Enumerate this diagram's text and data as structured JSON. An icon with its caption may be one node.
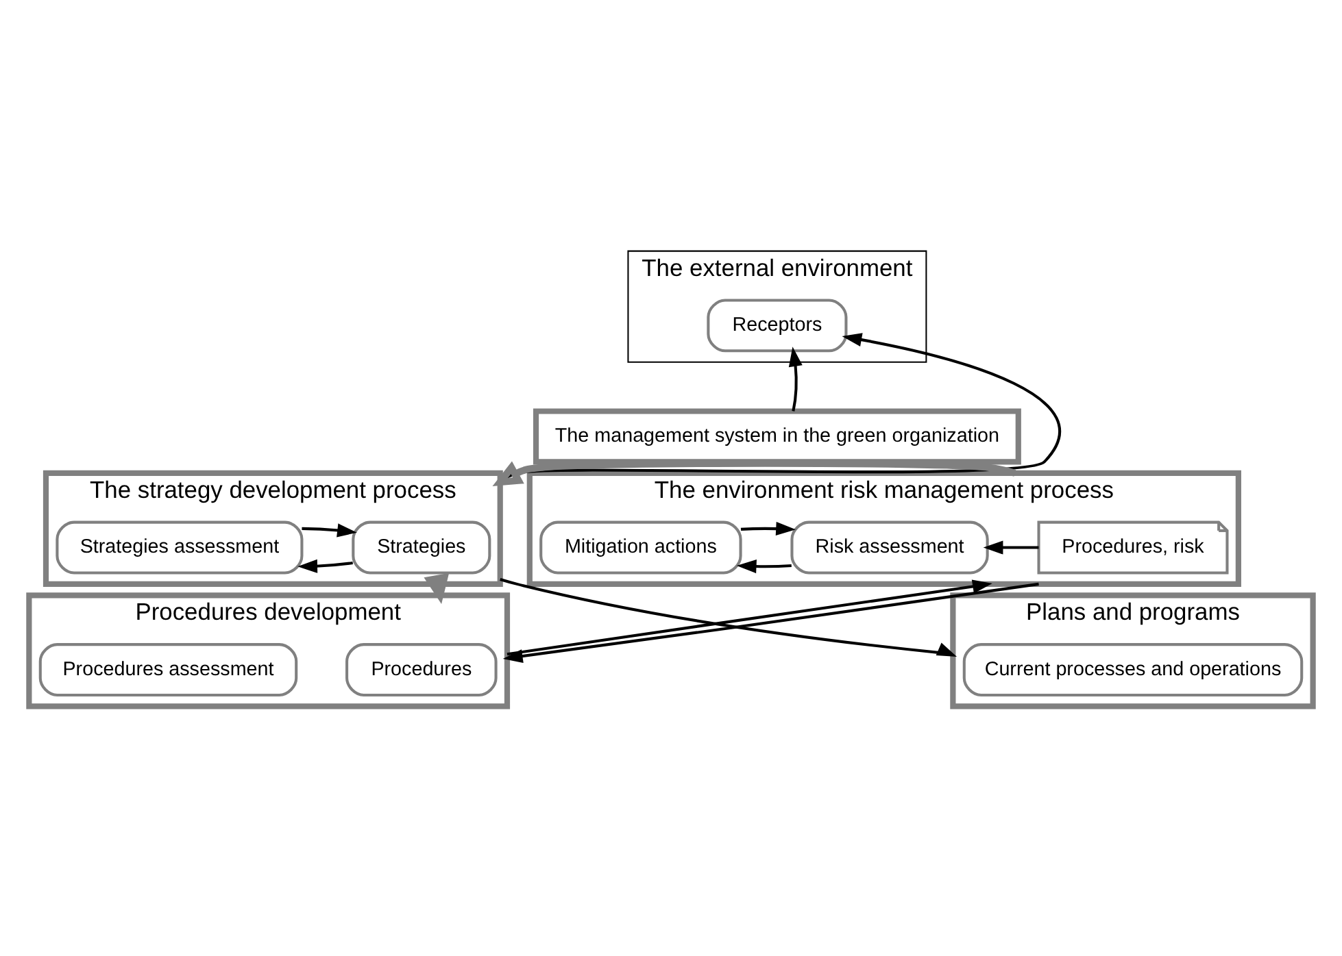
{
  "diagram": {
    "nodes": [
      {
        "text": [
          "The external environment"
        ]
      },
      {
        "text": [
          "Receptors"
        ],
        "in": 0
      },
      {
        "text": [
          "The management system in the green organization"
        ]
      },
      {
        "text": [
          "The strategy development process"
        ]
      },
      {
        "text": [
          "Strategies"
        ],
        "in": 3
      },
      {
        "text": [
          "Strategies assessment"
        ],
        "in": 3
      },
      {
        "text": [
          "The environment risk management process"
        ]
      },
      {
        "text": [
          "Procedures, risk"
        ],
        "in": 6
      },
      {
        "text": [
          "Risk assessment"
        ],
        "in": 6
      },
      {
        "text": [
          "Mitigation actions"
        ],
        "in": 6
      },
      {
        "text": [
          "Procedures development"
        ]
      },
      {
        "text": [
          "Procedures"
        ],
        "in": 10
      },
      {
        "text": [
          "Procedures assessment"
        ],
        "in": 10
      },
      {
        "text": [
          "Plans and programs"
        ]
      },
      {
        "text": [
          "Current processes and operations"
        ],
        "in": 13
      }
    ],
    "edges": [
      {
        "from": 3,
        "to": 1,
        "arrow": "to"
      },
      {
        "from": 2,
        "to": 1,
        "arrow": "to"
      },
      {
        "from": 4,
        "to": 5,
        "arrow": "to"
      },
      {
        "from": 5,
        "to": 4,
        "arrow": "to"
      },
      {
        "from": 6,
        "to": 3,
        "arrow": "to",
        "style": "thick",
        "color": "#808080"
      },
      {
        "from": 7,
        "to": 8,
        "arrow": "to"
      },
      {
        "from": 8,
        "to": 9,
        "arrow": "to"
      },
      {
        "from": 9,
        "to": 8,
        "arrow": "to"
      },
      {
        "from": 3,
        "to": 10,
        "arrow": "to",
        "style": "thick",
        "color": "#808080"
      },
      {
        "from": 6,
        "to": 10,
        "arrow": "to"
      },
      {
        "from": 10,
        "to": 6,
        "arrow": "to"
      },
      {
        "from": 3,
        "to": 13,
        "arrow": "to"
      }
    ]
  }
}
